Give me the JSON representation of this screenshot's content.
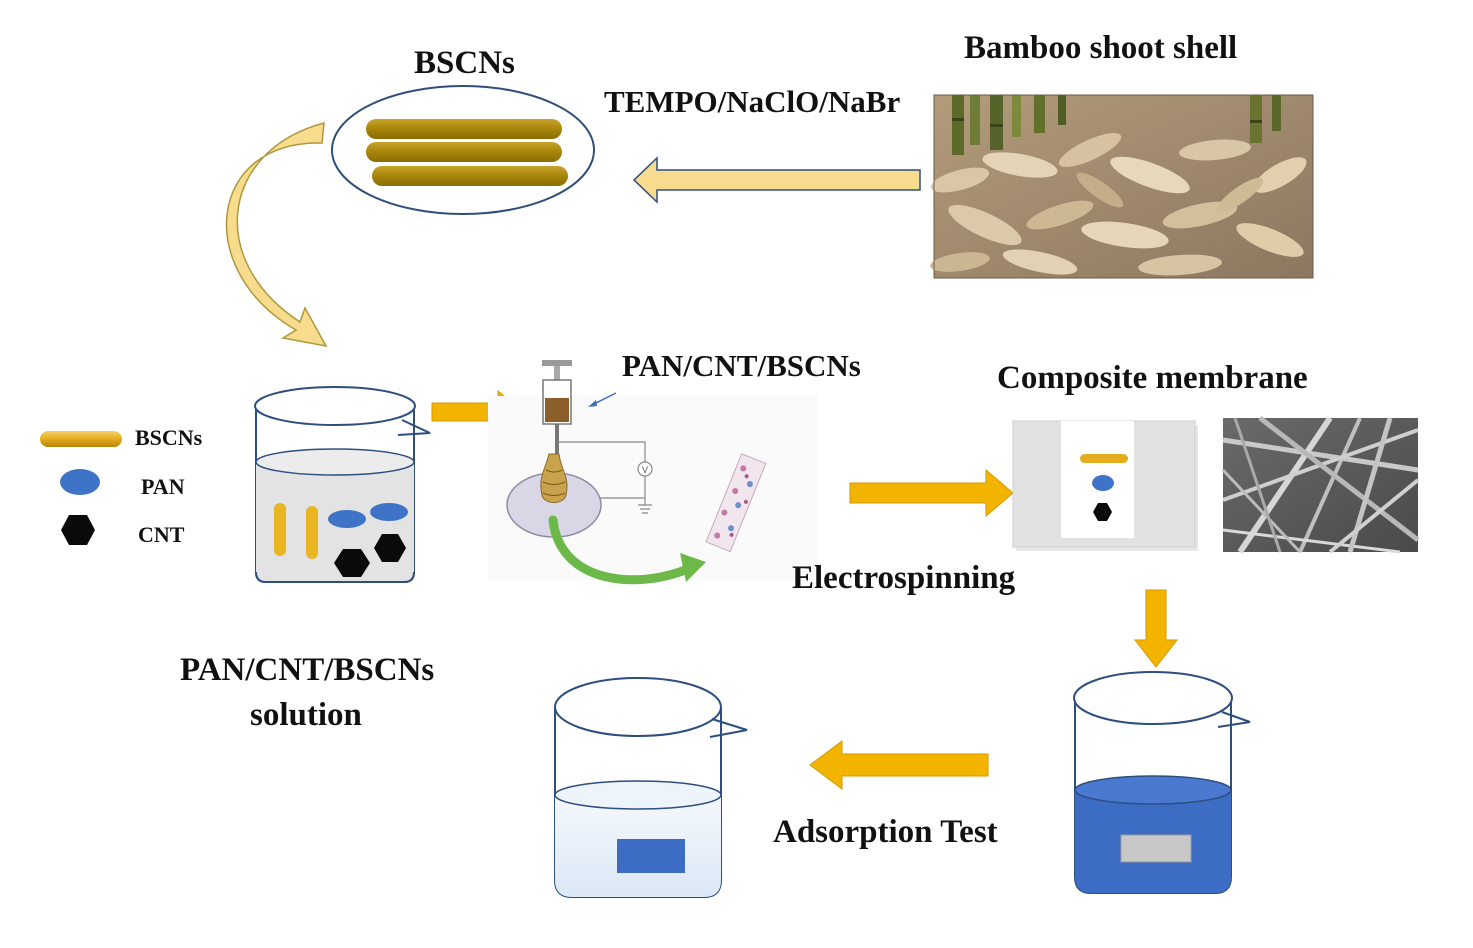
{
  "labels": {
    "bscns_title": "BSCNs",
    "bamboo_title": "Bamboo shoot shell",
    "reagent": "TEMPO/NaClO/NaBr",
    "syringe_solution": "PAN/CNT/BSCNs",
    "composite_title": "Composite membrane",
    "electrospinning": "Electrospinning",
    "solution_line1": "PAN/CNT/BSCNs",
    "solution_line2": "solution",
    "adsorption_test": "Adsorption Test"
  },
  "legend": [
    {
      "label": "BSCNs",
      "shape": "rod"
    },
    {
      "label": "PAN",
      "shape": "ellipse"
    },
    {
      "label": "CNT",
      "shape": "hexagon"
    }
  ],
  "voltmeter_symbol": "V",
  "colors": {
    "bscn_rod": "#b08d10",
    "bscn_rod_legend": "#e6b52a",
    "pan_blue": "#3f73c7",
    "dye_blue": "#3c6cc4",
    "cnt_black": "#0a0a0a",
    "arrow_orange": "#f2b400",
    "arrow_pale": "#f7dc8e",
    "green_arrow": "#6cb94a",
    "membrane_gray": "#c8c8c8"
  }
}
